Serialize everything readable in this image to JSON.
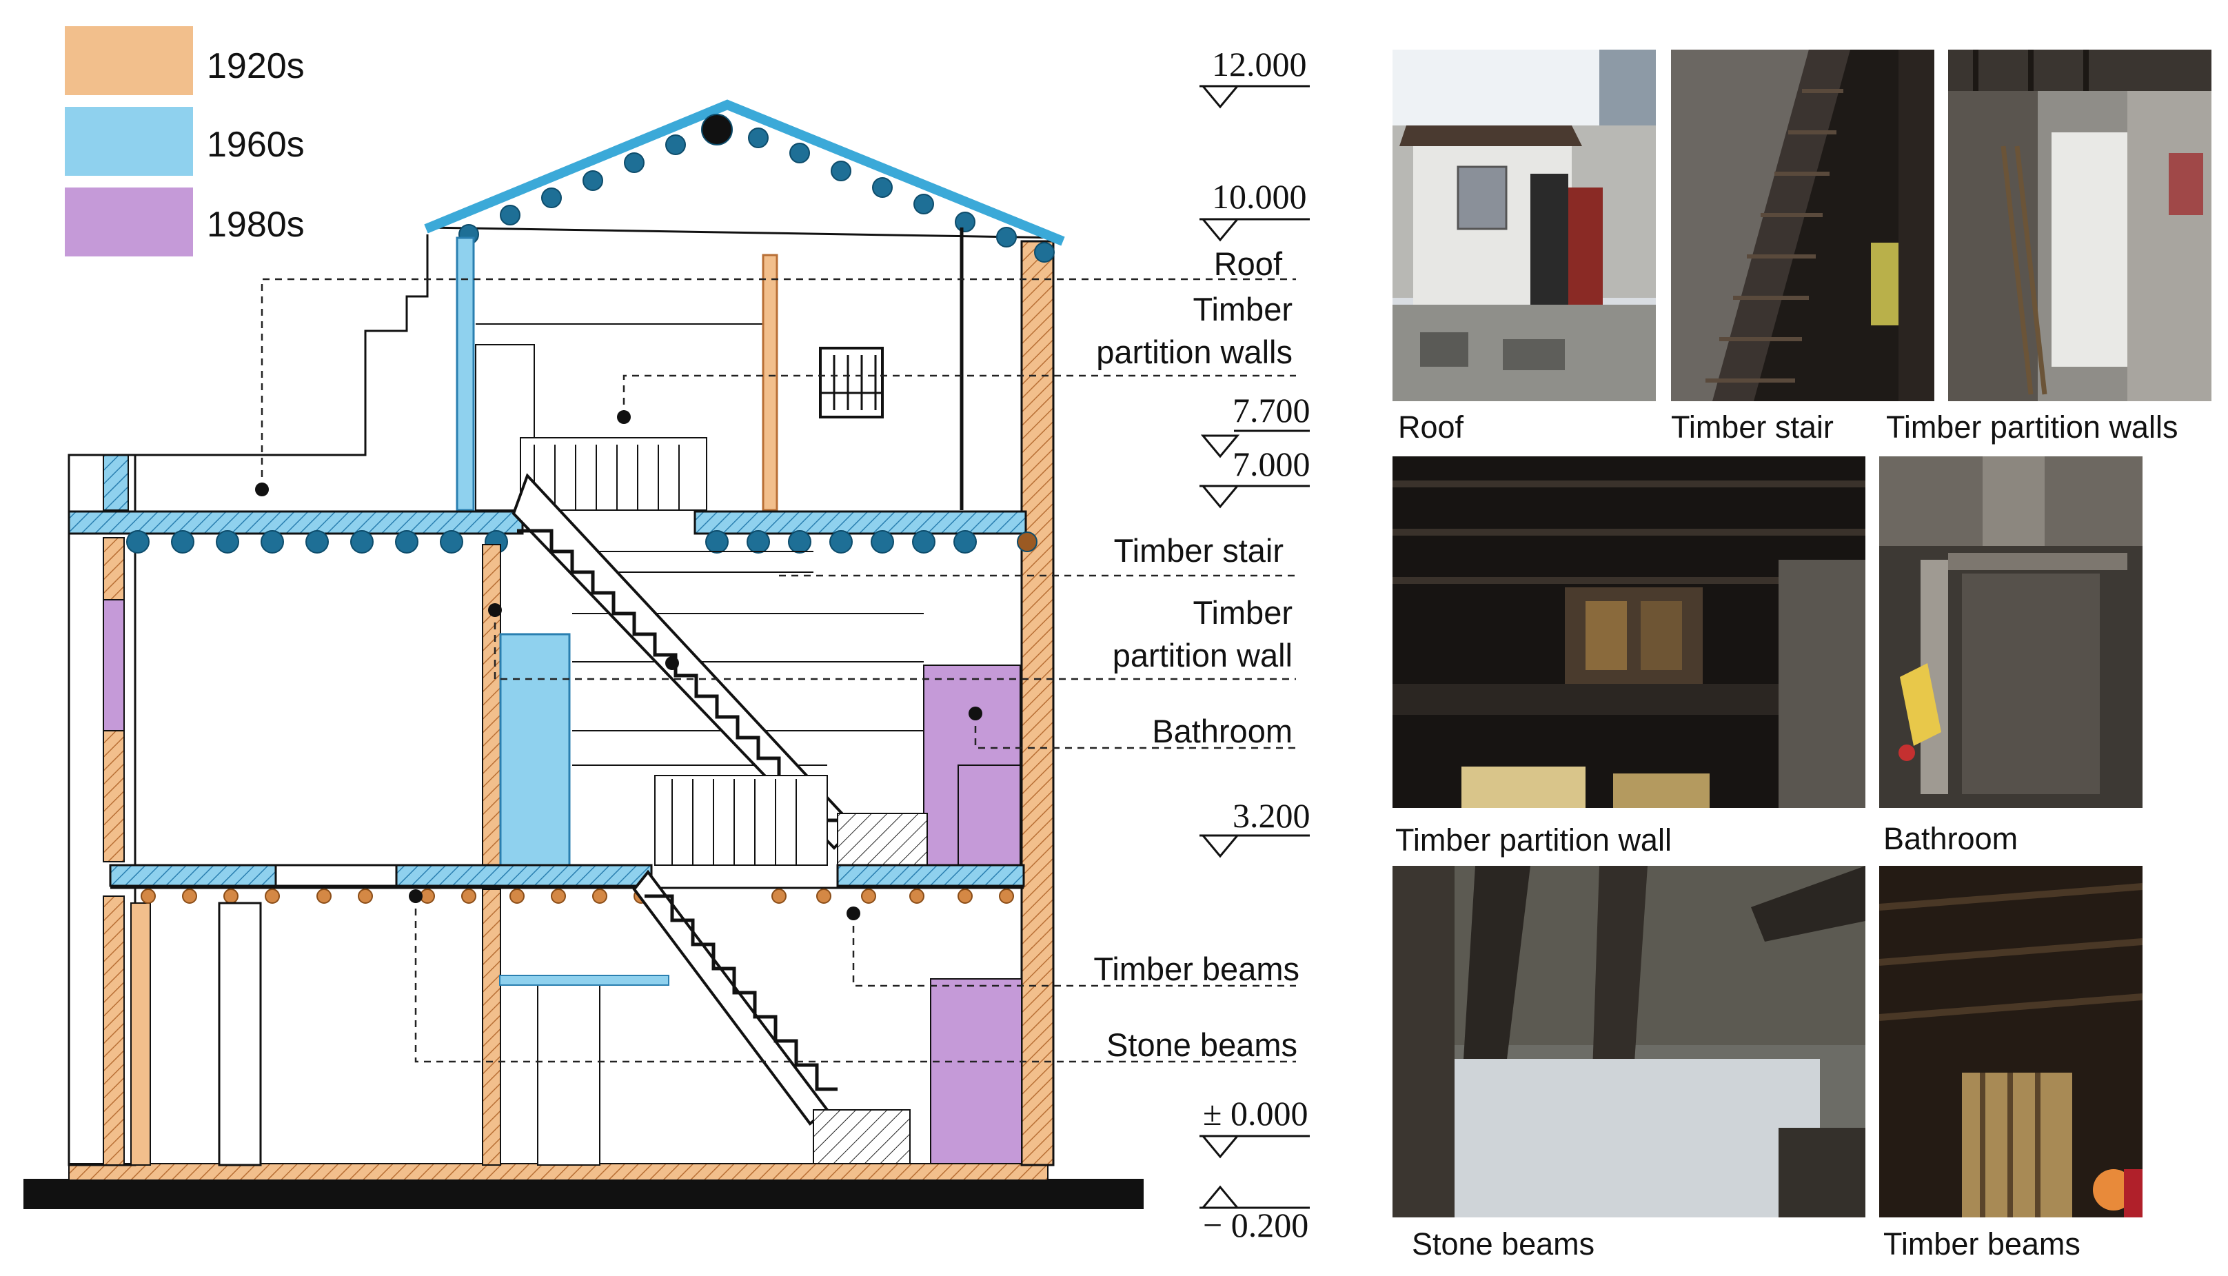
{
  "legend": [
    {
      "label": "1920s",
      "color": "#f2bf8c"
    },
    {
      "label": "1960s",
      "color": "#8fd1ee"
    },
    {
      "label": "1980s",
      "color": "#c59ad8"
    }
  ],
  "elevations": [
    "12.000",
    "10.000",
    "7.700",
    "7.000",
    "3.200",
    "± 0.000",
    "− 0.200"
  ],
  "callouts": {
    "roof": "Roof",
    "partition_walls_top": "Timber",
    "partition_walls_bottom": "partition walls",
    "stair": "Timber stair",
    "partition_wall_top": "Timber",
    "partition_wall_bottom": "partition wall",
    "bathroom": "Bathroom",
    "timber_beams": "Timber beams",
    "stone_beams": "Stone beams"
  },
  "photos": [
    {
      "caption": "Roof"
    },
    {
      "caption": "Timber stair"
    },
    {
      "caption": "Timber partition walls"
    },
    {
      "caption": "Timber partition wall"
    },
    {
      "caption": "Bathroom"
    },
    {
      "caption": "Stone beams"
    },
    {
      "caption": "Timber beams"
    }
  ],
  "colors": {
    "timber_1920s": "#e8a56a",
    "beam_1960s": "#3ba9d8",
    "wall_1980s": "#b888cc",
    "ink": "#111111"
  }
}
